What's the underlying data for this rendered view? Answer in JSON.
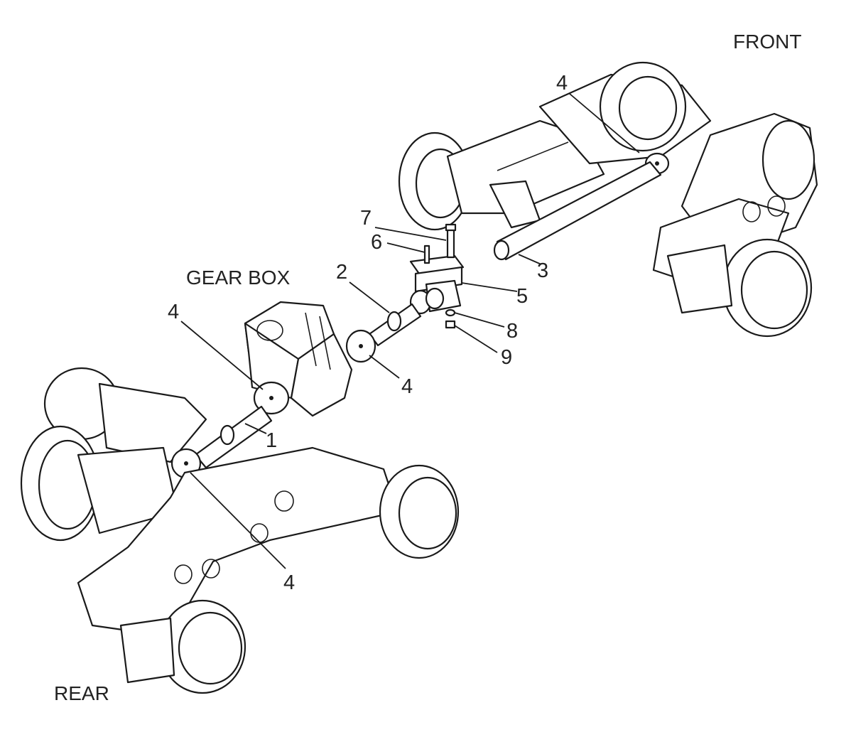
{
  "labels": {
    "front": "FRONT",
    "rear": "REAR",
    "gear_box": "GEAR BOX"
  },
  "callouts": {
    "c1": "1",
    "c2": "2",
    "c3": "3",
    "c4_front": "4",
    "c4_gearbox_rear": "4",
    "c4_gearbox_front": "4",
    "c4_rear_axle": "4",
    "c5": "5",
    "c6": "6",
    "c7": "7",
    "c8": "8",
    "c9": "9"
  }
}
